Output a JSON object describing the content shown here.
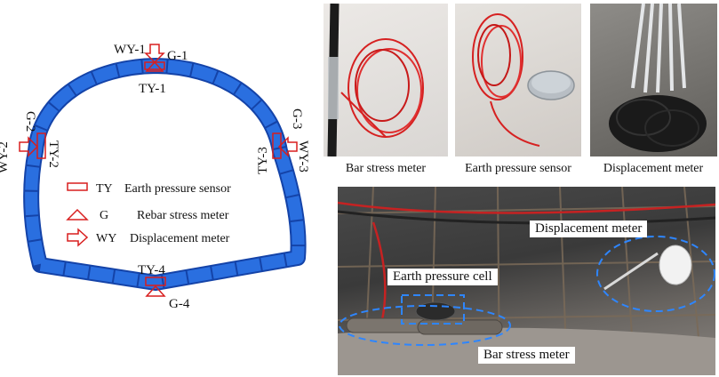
{
  "diagram": {
    "labels": {
      "wy1": "WY-1",
      "g1": "G-1",
      "ty1": "TY-1",
      "g2": "G-2",
      "wy2": "WY-2",
      "ty2": "TY-2",
      "g3": "G-3",
      "wy3": "WY-3",
      "ty3": "TY-3",
      "ty4": "TY-4",
      "g4": "G-4"
    },
    "legend": [
      {
        "code": "TY",
        "text": "Earth pressure sensor",
        "symbol": "rectangle"
      },
      {
        "code": "G",
        "text": "Rebar stress meter",
        "symbol": "triangle"
      },
      {
        "code": "WY",
        "text": "Displacement meter",
        "symbol": "arrow"
      }
    ],
    "colors": {
      "lining": "#1f63d6",
      "lining_dark": "#1443a8",
      "marker": "#d81e1e"
    }
  },
  "photos": {
    "bar_stress": {
      "caption": "Bar stress meter"
    },
    "earth_pressure": {
      "caption": "Earth pressure sensor"
    },
    "displacement": {
      "caption": "Displacement meter"
    },
    "site": {
      "labels": {
        "displacement": "Displacement meter",
        "earth_pressure_cell": "Earth pressure cell",
        "bar_stress": "Bar stress meter"
      }
    }
  }
}
